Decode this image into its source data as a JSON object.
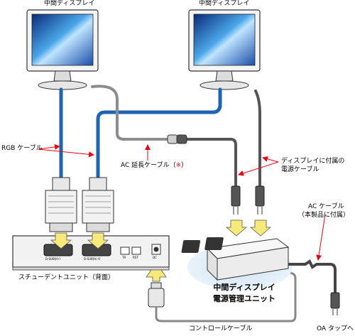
{
  "labels": {
    "display_left": "中間ディスプレイ",
    "display_right": "中間ディスプレイ",
    "rgb_cable": "RGB ケーブル",
    "ac_ext_cable": "AC 延長ケーブル（",
    "ac_ext_mark": "※",
    "ac_ext_close": "）",
    "display_power_cable_l1": "ディスプレイに付属の",
    "display_power_cable_l2": "電源ケーブル",
    "ac_cable_l1": "AC ケーブル",
    "ac_cable_l2": "（本製品に付属）",
    "student_unit": "スチューデントユニット（背面）",
    "power_unit_l1": "中間ディスプレイ",
    "power_unit_l2": "電源管理ユニット",
    "control_cable": "コントロールケーブル",
    "oa_tap": "OA タップへ",
    "port_d1": "D-SUB(H) I",
    "port_d2": "D-SUB(H) O",
    "port_tr": "TR",
    "port_rst": "RST",
    "port_dc": "DC"
  },
  "colors": {
    "rgb_cable": "#1f63b5",
    "power_cable": "#4a4a4a",
    "unit_body": "#f2f2f2",
    "highlight": "#cfe3f5",
    "arrow_fill": "#f7ea7a",
    "label_red": "#e60012"
  }
}
